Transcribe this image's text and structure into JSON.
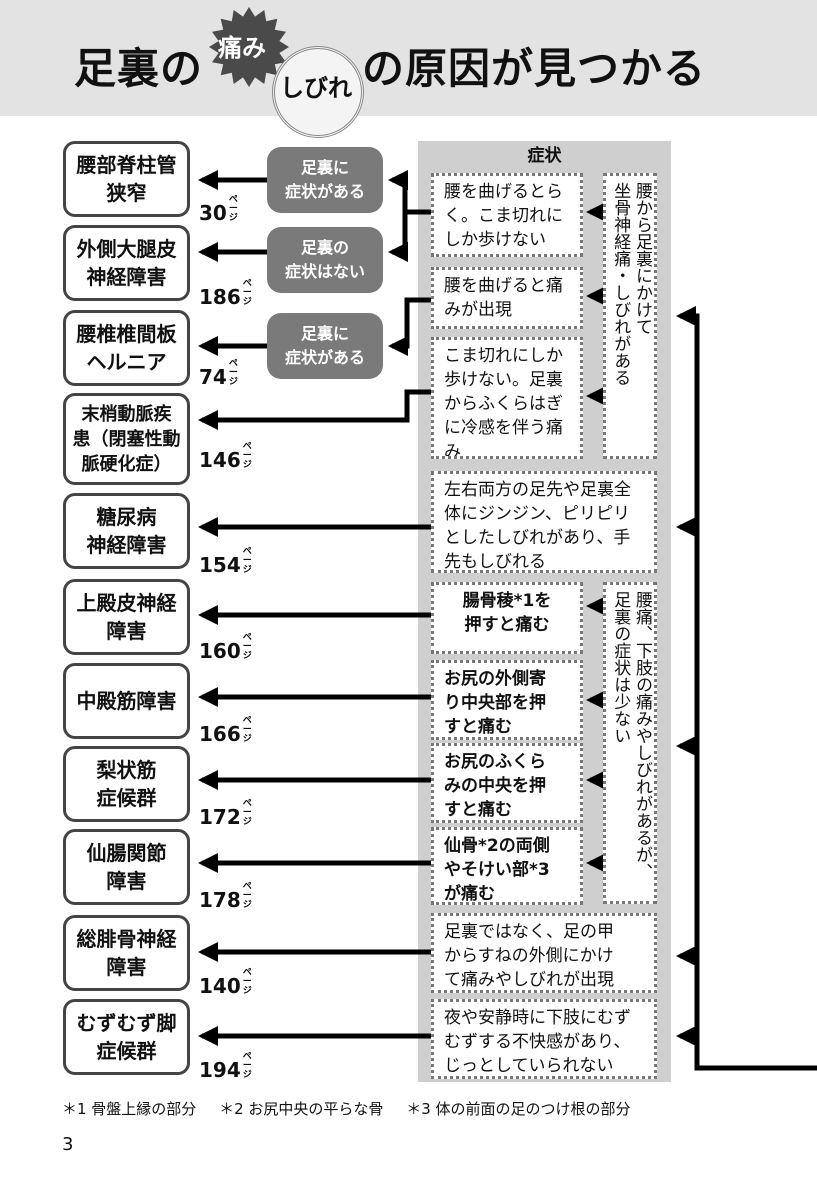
{
  "title": {
    "part1": "足裏の",
    "badge1": "痛み",
    "badge2": "しびれ",
    "part2": "の原因が見つかる"
  },
  "panel": {
    "heading": "症状"
  },
  "diseases": [
    {
      "name": "腰部脊柱管\n狭窄",
      "page": "30"
    },
    {
      "name": "外側大腿皮\n神経障害",
      "page": "186"
    },
    {
      "name": "腰椎椎間板\nヘルニア",
      "page": "74"
    },
    {
      "name": "末梢動脈疾\n患（閉塞性動\n脈硬化症）",
      "page": "146"
    },
    {
      "name": "糖尿病\n神経障害",
      "page": "154"
    },
    {
      "name": "上殿皮神経\n障害",
      "page": "160"
    },
    {
      "name": "中殿筋障害",
      "page": "166"
    },
    {
      "name": "梨状筋\n症候群",
      "page": "172"
    },
    {
      "name": "仙腸関節\n障害",
      "page": "178"
    },
    {
      "name": "総腓骨神経\n障害",
      "page": "140"
    },
    {
      "name": "むずむず脚\n症候群",
      "page": "194"
    }
  ],
  "page_suffix": "ペー\nジ",
  "sole_labels": [
    "足裏に\n症状がある",
    "足裏の\n症状はない",
    "足裏に\n症状がある"
  ],
  "symptoms": [
    "腰を曲げるとら\nく。こま切れに\nしか歩けない",
    "腰を曲げると痛\nみが出現",
    "こま切れにしか\n歩けない。足裏\nからふくらはぎ\nに冷感を伴う痛\nみ",
    "左右両方の足先や足裏全\n体にジンジン、ピリピリ\nとしたしびれがあり、手\n先もしびれる",
    "腸骨稜*1を\n押すと痛む",
    "お尻の外側寄\nり中央部を押\nすと痛む",
    "お尻のふくら\nみの中央を押\nすと痛む",
    "仙骨*2の両側\nやそけい部*3\nが痛む",
    "足裏ではなく、足の甲\nからすねの外側にかけ\nて痛みやしびれが出現",
    "夜や安静時に下肢にむず\nむずする不快感があり、\nじっとしていられない"
  ],
  "vertical_labels": [
    "腰から足裏にかけて\n坐骨神経痛・しびれがある",
    "腰痛、下肢の痛みやしびれがあるが、\n足裏の症状は少ない"
  ],
  "footnotes": [
    "＊1 骨盤上縁の部分",
    "＊2 お尻中央の平らな骨",
    "＊3 体の前面の足のつけ根の部分"
  ],
  "page_number": "3"
}
